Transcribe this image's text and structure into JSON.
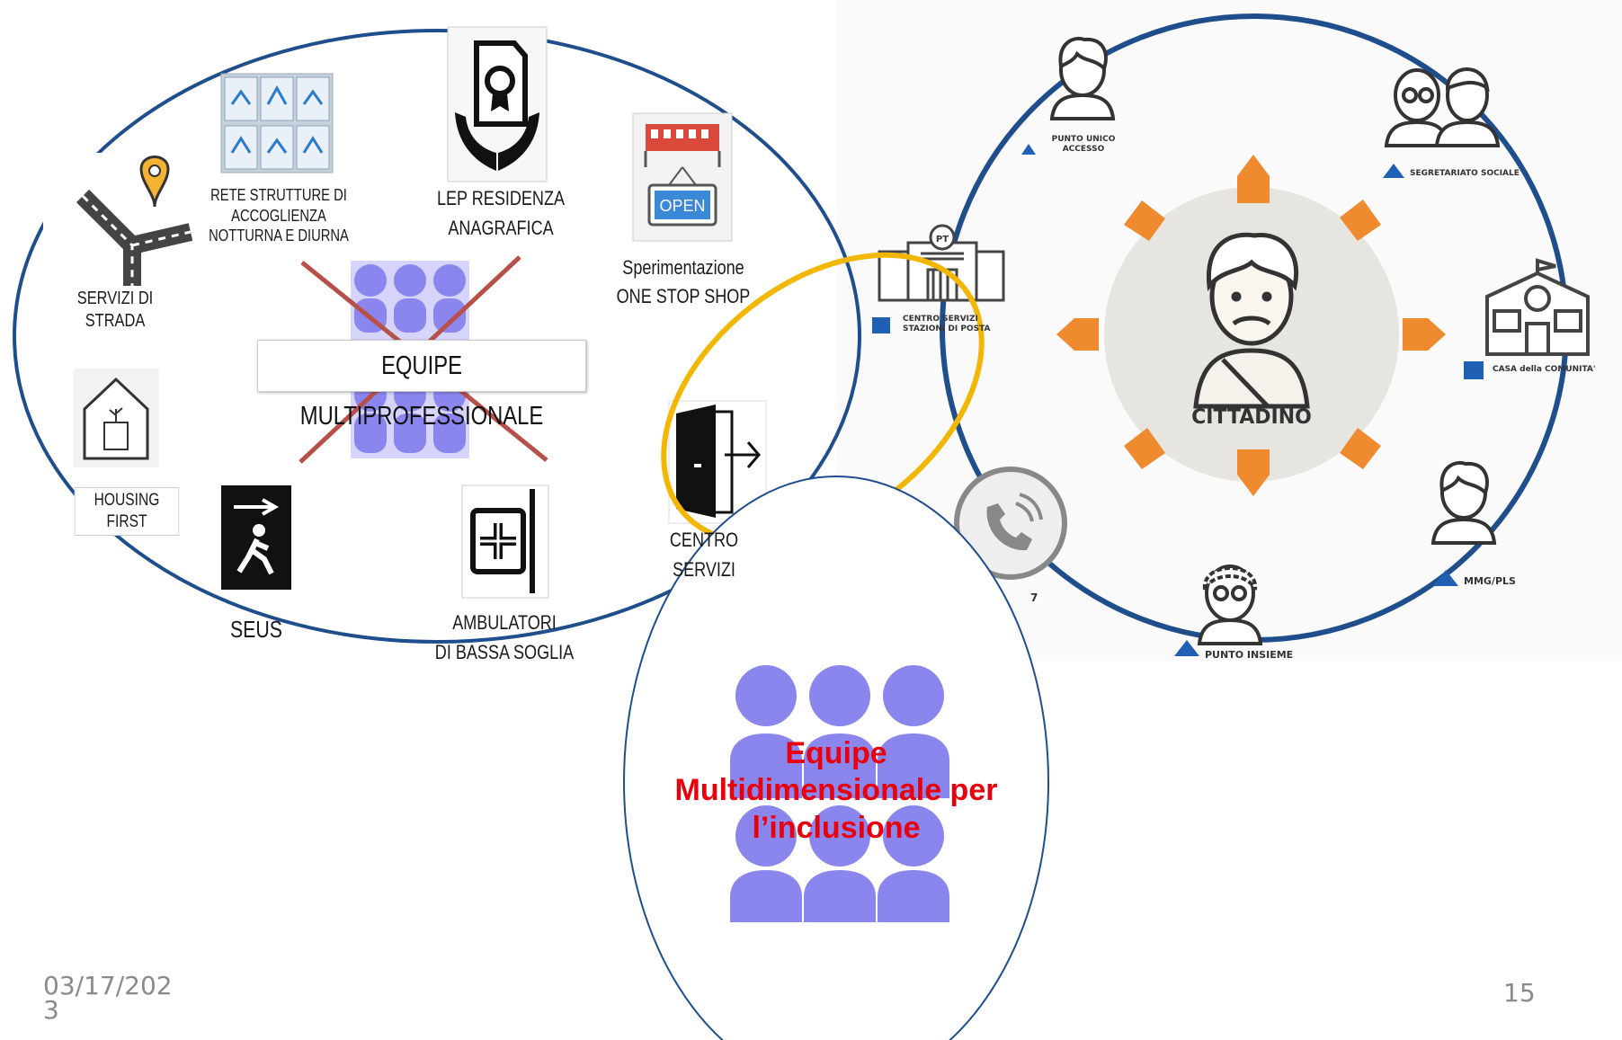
{
  "left_group": {
    "servizi_strada": "SERVIZI DI\nSTRADA",
    "housing_first": "HOUSING FIRST",
    "rete_strutture": "RETE STRUTTURE DI\nACCOGLIENZA\nNOTTURNA E DIURNA",
    "lep_residenza": "LEP RESIDENZA\nANAGRAFICA",
    "one_stop_shop": "Sperimentazione\nONE STOP SHOP",
    "one_stop_sign": "OPEN",
    "equipe_multiprofessionale": "EQUIPE MULTIPROFESSIONALE",
    "seus": "SEUS",
    "ambulatori": "AMBULATORI\nDI BASSA SOGLIA",
    "centro_servizi": "CENTRO\nSERVIZI"
  },
  "right_group": {
    "cittadino": "CITTADINO",
    "punto_unico": "PUNTO UNICO\nACCESSO",
    "segretariato": "SEGRETARIATO SOCIALE",
    "pt_badge": "PT",
    "centro_servizi_posta": "CENTRO SERVIZI\nSTAZIONI DI POSTA",
    "casa_comunita": "CASA della COMUNITA'",
    "mmg_pls": "MMG/PLS",
    "punto_insieme": "PUNTO INSIEME",
    "phone_fragment": "7"
  },
  "center_circle": {
    "title": "Equipe\nMultidimensionale per\nl’inclusione"
  },
  "footer": {
    "date": "03/17/202\n3",
    "page_number": "15"
  },
  "colors": {
    "ring_blue": "#1f4e8c",
    "yellow_ring": "#f2b705",
    "orange_arrow": "#ef8a2f",
    "marker_blue": "#1f5fb4",
    "people_purple": "#8a86ee",
    "cross_red": "#b8504a",
    "title_red": "#e8000d"
  },
  "icons": [
    "road-pin-icon",
    "house-plant-icon",
    "tiles-icon",
    "hands-gear-icon",
    "storefront-open-icon",
    "people-group-icon",
    "exit-running-icon",
    "medical-sign-icon",
    "door-exit-icon",
    "post-office-icon",
    "school-clock-icon",
    "phone-icon",
    "person-icon"
  ]
}
